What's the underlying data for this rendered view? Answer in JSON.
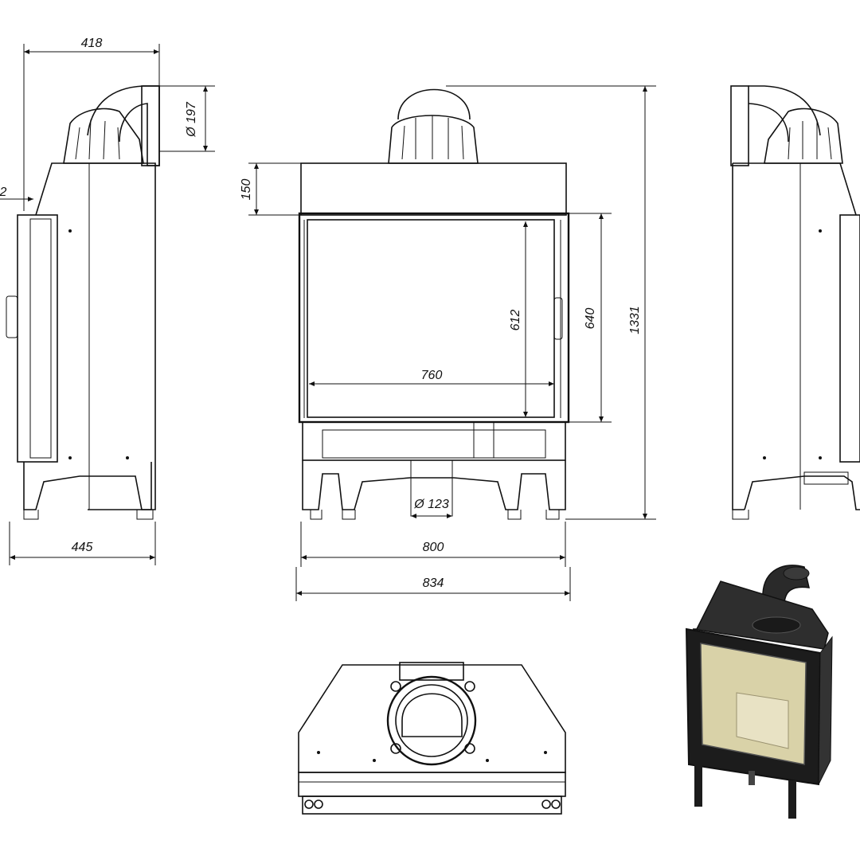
{
  "dimensions": {
    "top_width": "418",
    "pipe_diameter": "Ø 197",
    "small_offset": "2",
    "top_height": "150",
    "glass_height": "612",
    "opening_height": "640",
    "total_height": "1331",
    "glass_width": "760",
    "outlet_diameter": "Ø 123",
    "depth": "445",
    "body_width": "800",
    "total_width": "834"
  },
  "colors": {
    "line": "#111111",
    "glass": "#d9d2a8",
    "body_dark": "#1c1c1c"
  }
}
